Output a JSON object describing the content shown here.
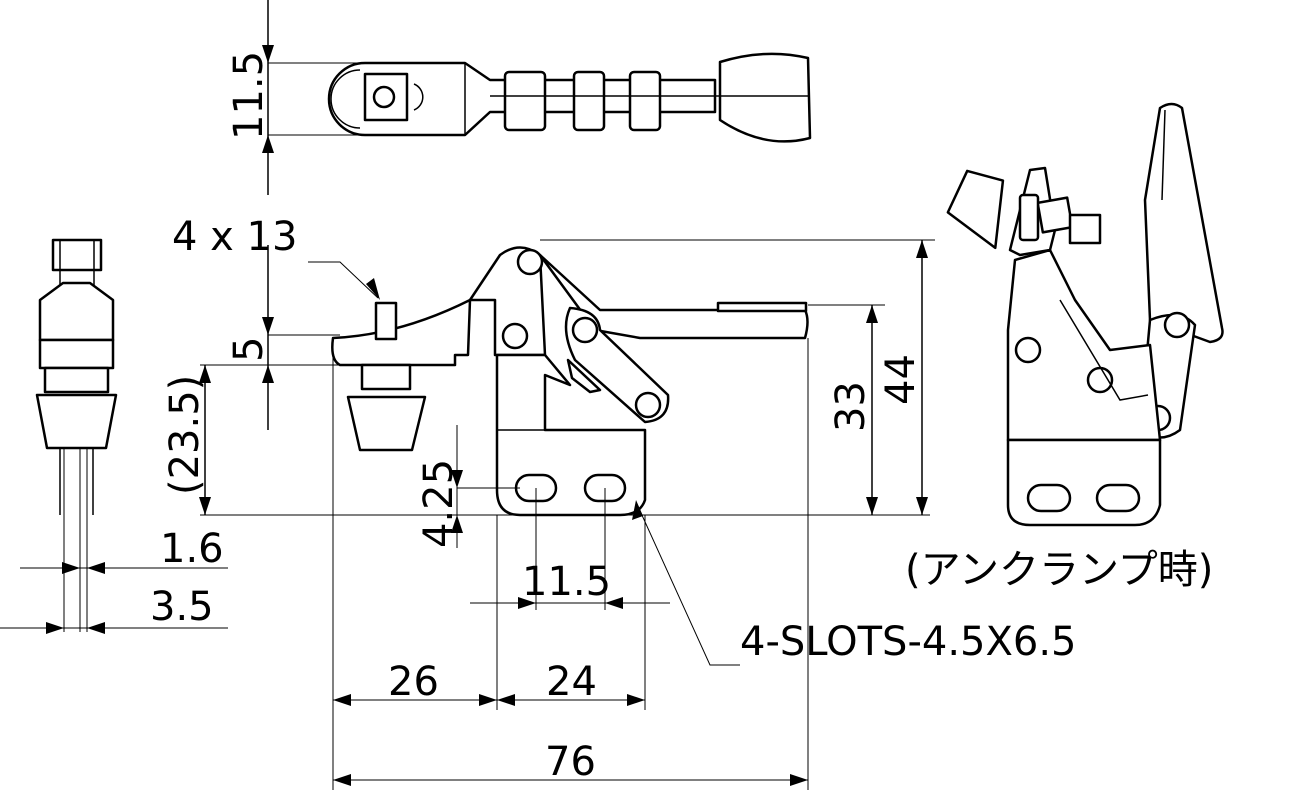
{
  "dimensions": {
    "top_width": "11.5",
    "pin_label": "4 x 13",
    "offset_5": "5",
    "height_23_5": "(23.5)",
    "height_33": "33",
    "height_44": "44",
    "slot_offset": "4.25",
    "pin_thin": "1.6",
    "pin_wide": "3.5",
    "slot_pitch": "11.5",
    "slots_note": "4-SLOTS-4.5X6.5",
    "base_26": "26",
    "base_24": "24",
    "total_76": "76"
  },
  "captions": {
    "unclamp": "(アンクランプ時)"
  }
}
